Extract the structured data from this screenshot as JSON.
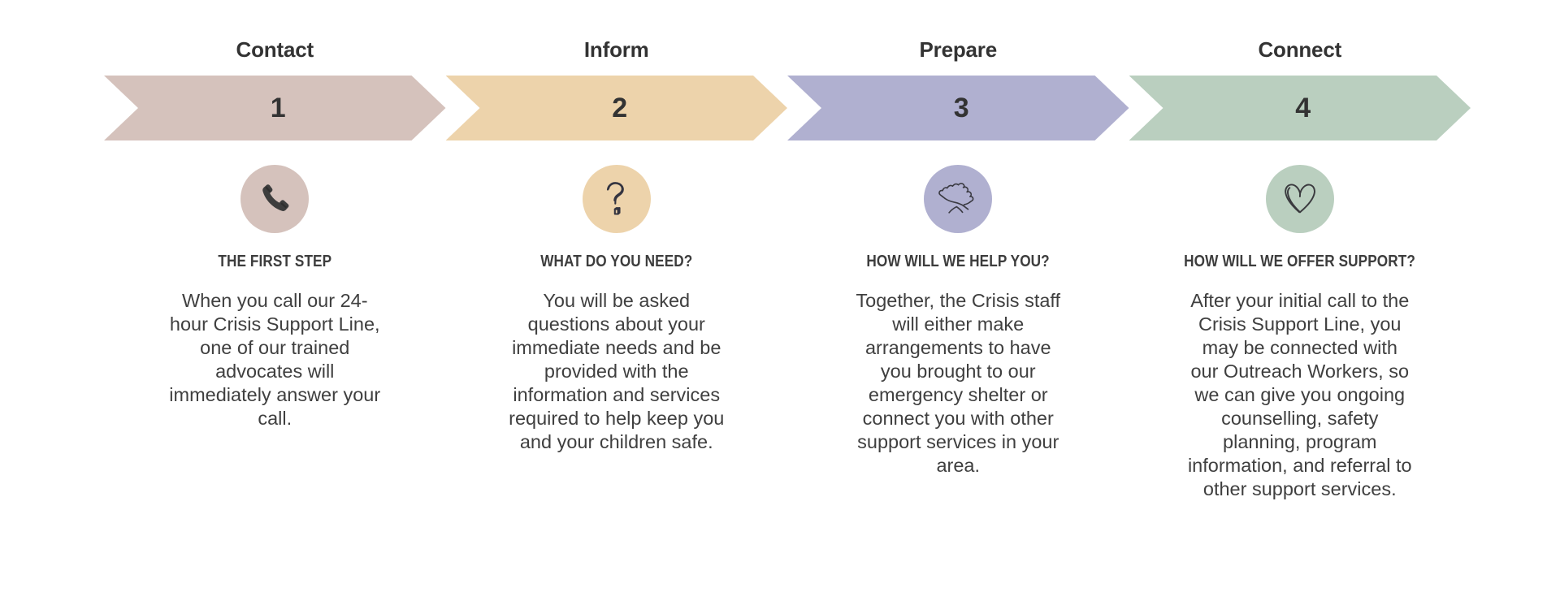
{
  "palette": {
    "background": "#ffffff",
    "text_dark": "#333333",
    "text_body": "#3f3f3f",
    "step1": "#d5c2bc",
    "step2": "#edd3ab",
    "step3": "#b0b0d0",
    "step4": "#bacfbf"
  },
  "steps": [
    {
      "title": "Contact",
      "number": "1",
      "color": "#d5c2bc",
      "icon": "phone-icon",
      "heading": "THE FIRST STEP",
      "body": "When you call our 24-hour Crisis Support Line, one of our trained advocates will immediately answer your call."
    },
    {
      "title": "Inform",
      "number": "2",
      "color": "#edd3ab",
      "icon": "question-mark-icon",
      "heading": "WHAT DO YOU NEED?",
      "body": "You will be asked questions about your immediate needs and be provided with the information and services required to help keep you and your children safe."
    },
    {
      "title": "Prepare",
      "number": "3",
      "color": "#b0b0d0",
      "icon": "handshake-icon",
      "heading": "HOW WILL WE HELP YOU?",
      "body": "Together, the Crisis staff will either make arrangements to have you brought to our emergency shelter or connect you with other support services in your area."
    },
    {
      "title": "Connect",
      "number": "4",
      "color": "#bacfbf",
      "icon": "heart-icon",
      "heading": "HOW WILL WE OFFER SUPPORT?",
      "body": "After your initial call to the Crisis Support Line, you may be connected with our Outreach Workers, so we can give you ongoing counselling, safety planning, program information, and referral to other support services."
    }
  ]
}
